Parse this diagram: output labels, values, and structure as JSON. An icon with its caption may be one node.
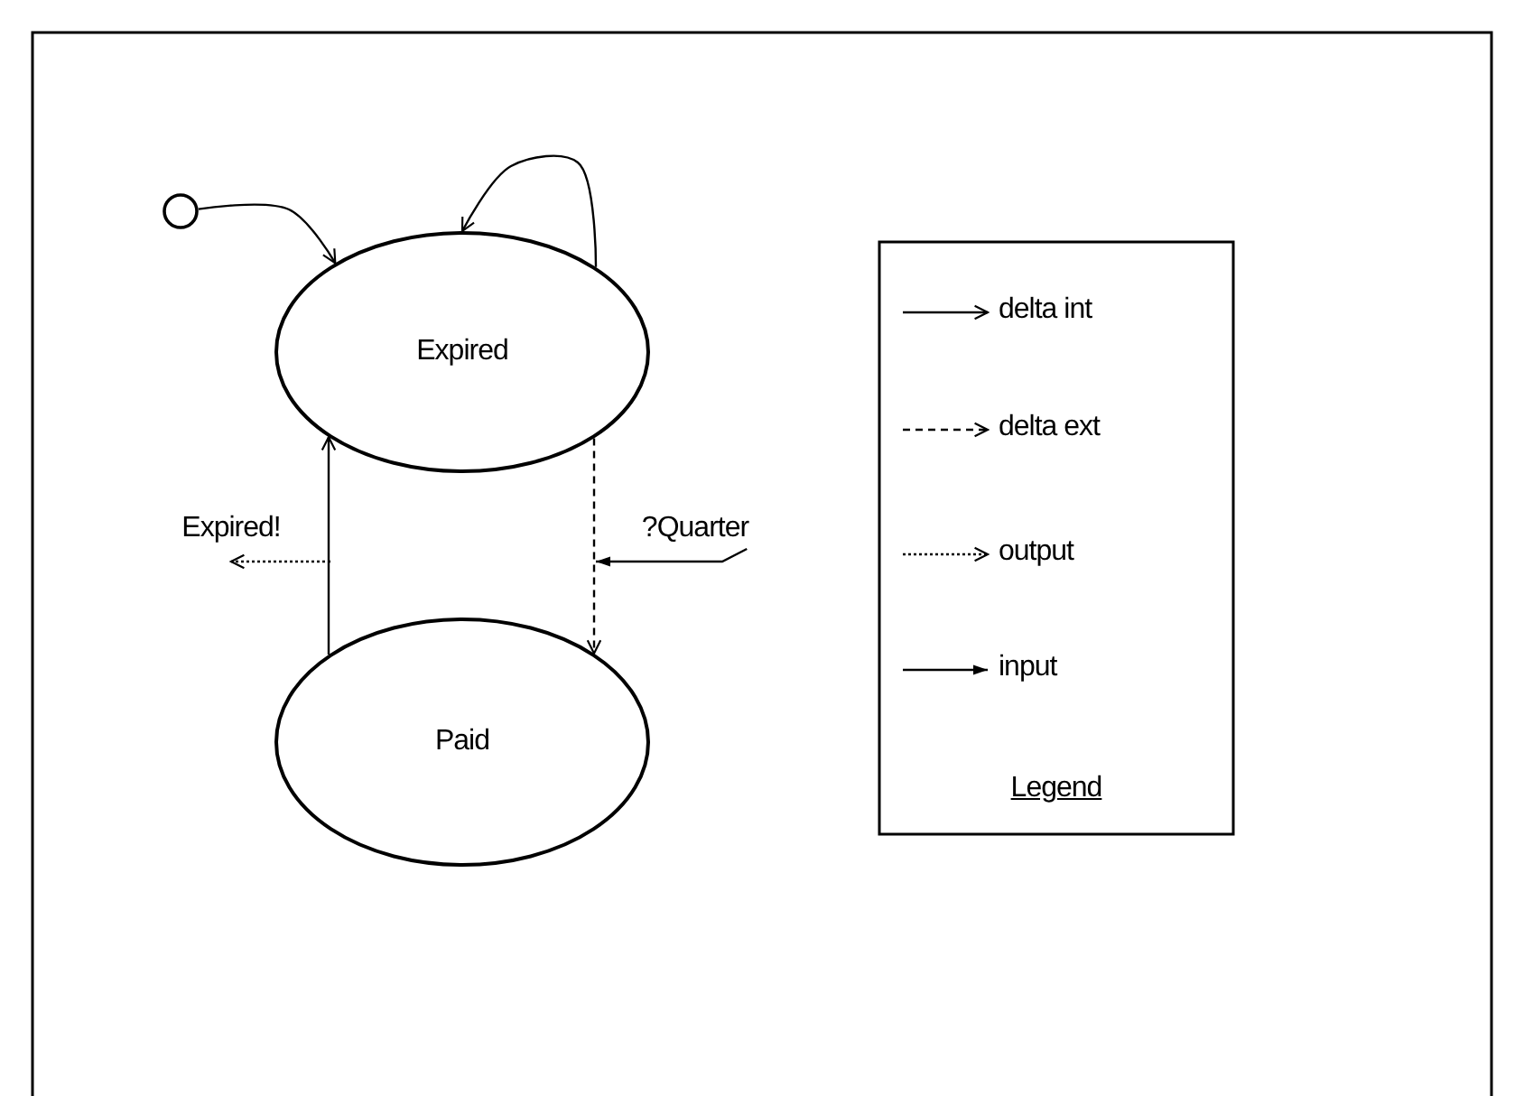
{
  "diagram": {
    "nodes": [
      {
        "text": [],
        "shape": "circle"
      },
      {
        "text": [
          "Expired"
        ]
      },
      {
        "text": [
          "Paid"
        ]
      },
      {
        "text": [
          "Expired!"
        ]
      },
      {
        "text": [
          "?Quarter"
        ]
      }
    ],
    "edges": [
      {
        "from": 0,
        "to": 1,
        "arrow": "to"
      },
      {
        "from": 1,
        "to": 1,
        "arrow": "to"
      },
      {
        "from": 1,
        "to": 2,
        "arrow": "to",
        "style": "dashed"
      },
      {
        "from": 2,
        "to": 1,
        "arrow": "to"
      },
      {
        "from": null,
        "to": 3,
        "arrow": "to",
        "style": "dashed"
      },
      {
        "from": 4,
        "to": null,
        "arrow": "to"
      }
    ],
    "labels": [
      "Legend"
    ],
    "legend": [
      {
        "text": "delta int"
      },
      {
        "text": "delta ext"
      },
      {
        "text": "output"
      },
      {
        "text": "input"
      }
    ]
  }
}
